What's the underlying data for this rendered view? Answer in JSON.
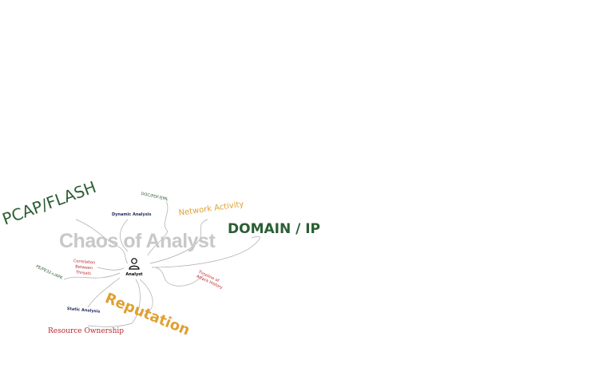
{
  "title": "Chaos of Analyst",
  "center": {
    "label": "Analyst",
    "icon": "user-icon"
  },
  "nodes": {
    "pcap": "PCAP/FLASH",
    "dynamic": "Dynamic Analysis",
    "doc": "DOC/PDF/EML",
    "network": "Network Activity",
    "domain": "DOMAIN / IP",
    "correlation": "Correlation Between Threats",
    "pe": "PE/PE32+/APK",
    "timeline": "Timeline of Attack History",
    "reputation": "Reputation",
    "static": "Static Analysis",
    "resource": "Resource Ownership"
  },
  "colors": {
    "green": "#2b5e34",
    "orange": "#e0a030",
    "red": "#b8282c",
    "navy": "#1c2a5a",
    "gray": "#c8c8c8"
  }
}
